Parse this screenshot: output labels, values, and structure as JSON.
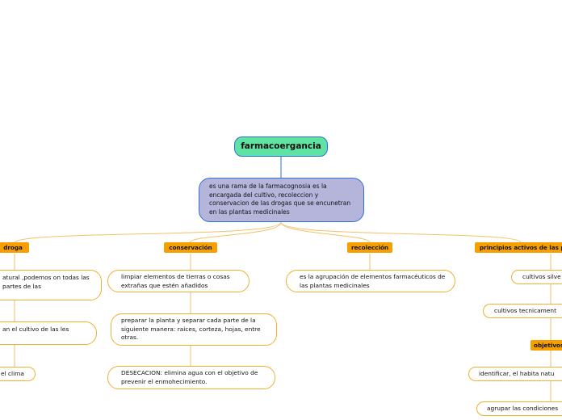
{
  "root": {
    "label": "farmacoergancia"
  },
  "definition": {
    "text": "es una rama de la farmacognosia es la encargada del cultivo, recoleccion y conservacion de las drogas que se encunetran en las plantas medicinales"
  },
  "categories": {
    "droga": {
      "label": "droga",
      "items": [
        "atural ,podemos on todas las partes de las",
        "an  el cultivo de las les",
        "el clima"
      ]
    },
    "conservacion": {
      "label": "conservación",
      "items": [
        "limpiar elementos de tierras o cosas extrañas que estén añadidos",
        "preparar la planta y separar cada parte de la siguiente manera: raices, corteza, hojas, entre otras.",
        "DESECACION: elimina agua con el objetivo de prevenir el enmohecimiento."
      ]
    },
    "recoleccion": {
      "label": "recolección",
      "items": [
        "es la agrupación de elementos farmacéuticos de las plantas medicinales"
      ]
    },
    "principios": {
      "label": "principios activos de las pl",
      "items": [
        "cultivos silve",
        "cultivos  tecnicament"
      ],
      "objetivos": {
        "label": "objetivos",
        "items": [
          "identificar,  el habita natu",
          "agrupar las condiciones"
        ]
      }
    }
  },
  "colors": {
    "root_fill": "#5ee3a3",
    "definition_fill": "#b5b5dc",
    "category_fill": "#f5a000",
    "leaf_border": "#f0b030",
    "connector": "#f2c266",
    "root_connector": "#2f6fd6"
  }
}
